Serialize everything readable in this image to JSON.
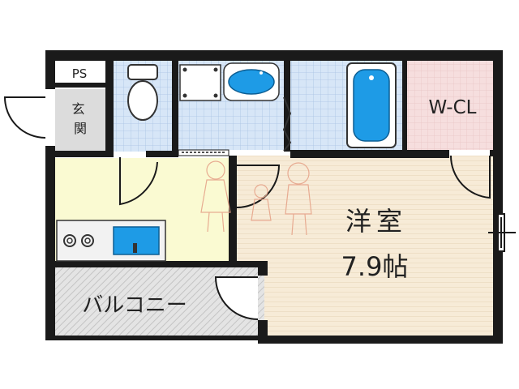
{
  "plan": {
    "rooms": {
      "ps": "PS",
      "genkan": "玄関",
      "wcl": "W-CL",
      "yoshitsu": "洋室",
      "size": "7.9帖",
      "balcony": "バルコニー"
    },
    "colors": {
      "wall": "#1a1a1a",
      "western_room": "#f7ebd7",
      "kitchen": "#fafad2",
      "bath_tile": "#cfe0f5",
      "closet": "#f6dede",
      "fixture_blue": "#1e9be6",
      "entrance": "#dcdcdc"
    }
  }
}
